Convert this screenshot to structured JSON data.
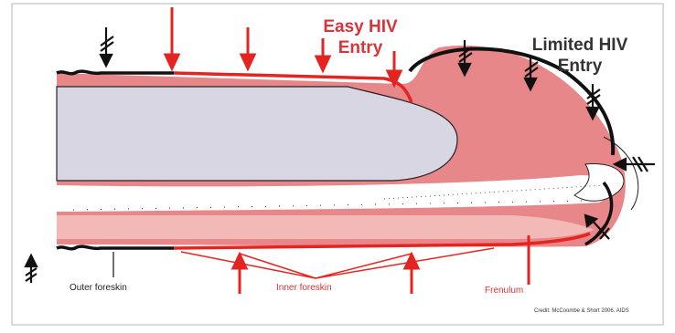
{
  "labels": {
    "easy_line1": "Easy HIV",
    "easy_line2": "Entry",
    "limited_line1": "Limited HIV",
    "limited_line2": "Entry",
    "outer_foreskin": "Outer foreskin",
    "inner_foreskin": "Inner foreskin",
    "frenulum": "Frenulum",
    "credit": "Credit: McCoombe & Short 2006. AIDS"
  },
  "colors": {
    "pink": "#e8878a",
    "light_pink": "#f2b9b6",
    "glans": "#d7d6e2",
    "red": "#e52421",
    "dark": "#111111",
    "border": "#cfcfcf"
  }
}
